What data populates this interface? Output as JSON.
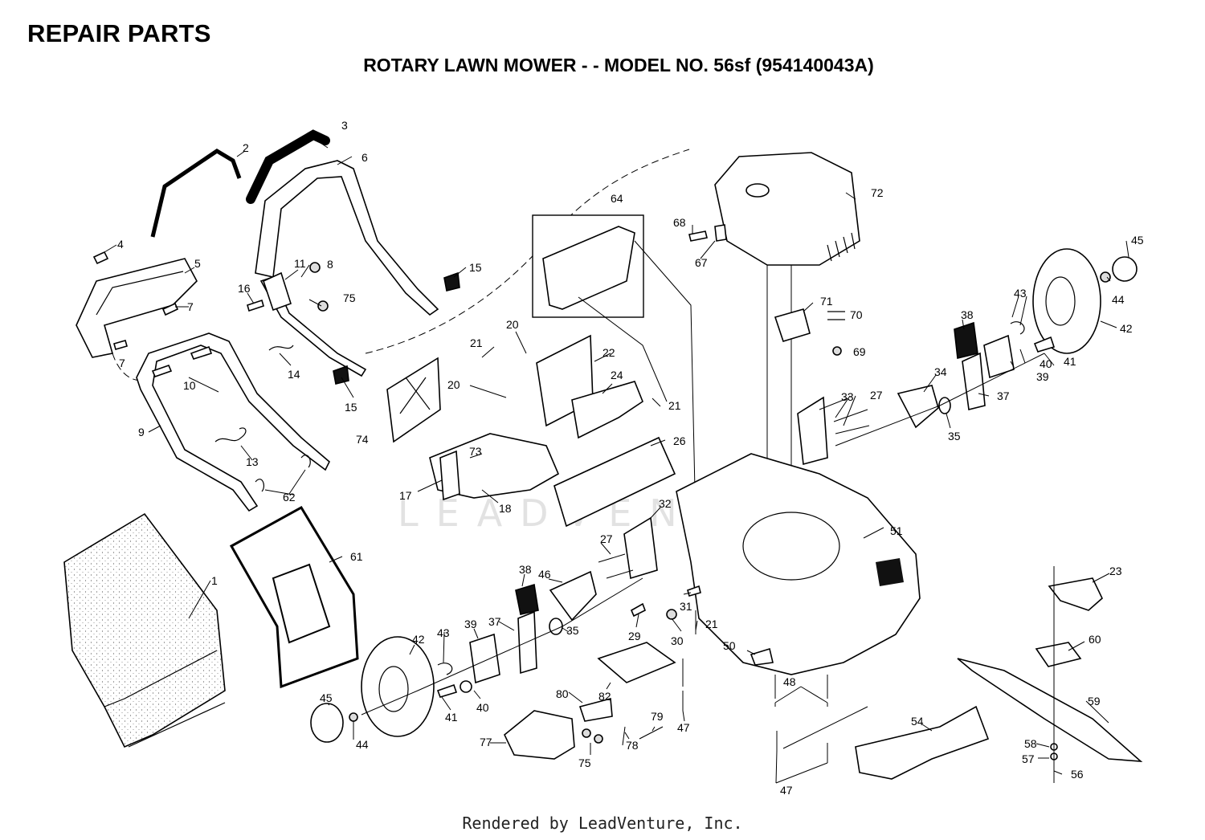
{
  "header": {
    "title": "REPAIR PARTS",
    "subtitle": "ROTARY LAWN MOWER - - MODEL NO. 56sf (954140043A)"
  },
  "watermark": "LEADVENTURE",
  "footer": {
    "credit": "Rendered by LeadVenture, Inc."
  },
  "callouts": [
    "1",
    "2",
    "3",
    "4",
    "5",
    "6",
    "7",
    "8",
    "9",
    "10",
    "11",
    "13",
    "14",
    "15",
    "16",
    "17",
    "18",
    "20",
    "21",
    "22",
    "23",
    "24",
    "26",
    "27",
    "29",
    "30",
    "31",
    "32",
    "33",
    "34",
    "35",
    "37",
    "38",
    "39",
    "40",
    "41",
    "42",
    "43",
    "44",
    "45",
    "46",
    "47",
    "48",
    "50",
    "51",
    "54",
    "56",
    "57",
    "58",
    "59",
    "60",
    "61",
    "62",
    "64",
    "67",
    "68",
    "69",
    "70",
    "71",
    "72",
    "73",
    "74",
    "75",
    "77",
    "78",
    "79",
    "80",
    "82"
  ]
}
